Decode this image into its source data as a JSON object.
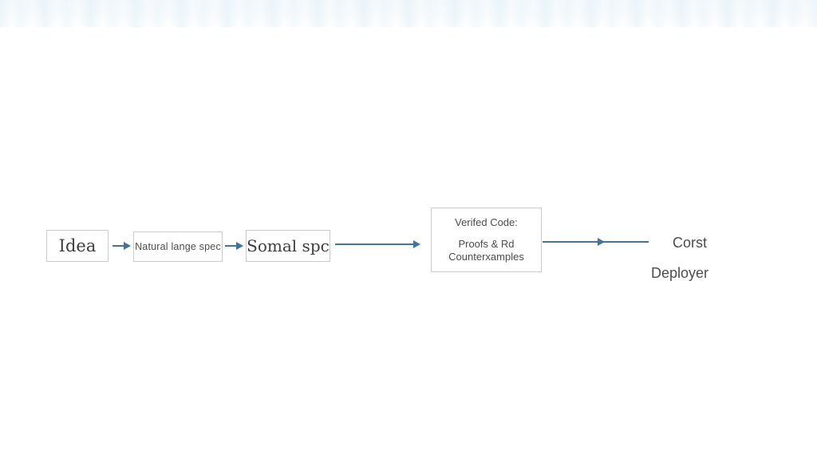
{
  "diagram": {
    "type": "flowchart",
    "direction": "left-to-right",
    "colors": {
      "arrow": "#41759d",
      "box_border": "#c7cbce",
      "box_fill": "#ffffff",
      "serif_text": "#3d3d3d",
      "sans_text": "#4c4c4c"
    },
    "nodes": {
      "idea": {
        "label": "Idea"
      },
      "natural_lang": {
        "label": "Natural lange spec"
      },
      "formal_spec": {
        "label": "Somal spc"
      },
      "verified_code": {
        "title": "Verifed Code:",
        "line1": "Proofs & Rd",
        "line2": "Counterxamples"
      },
      "output": {
        "line1": "Corst",
        "line2": "Deployer"
      }
    }
  }
}
